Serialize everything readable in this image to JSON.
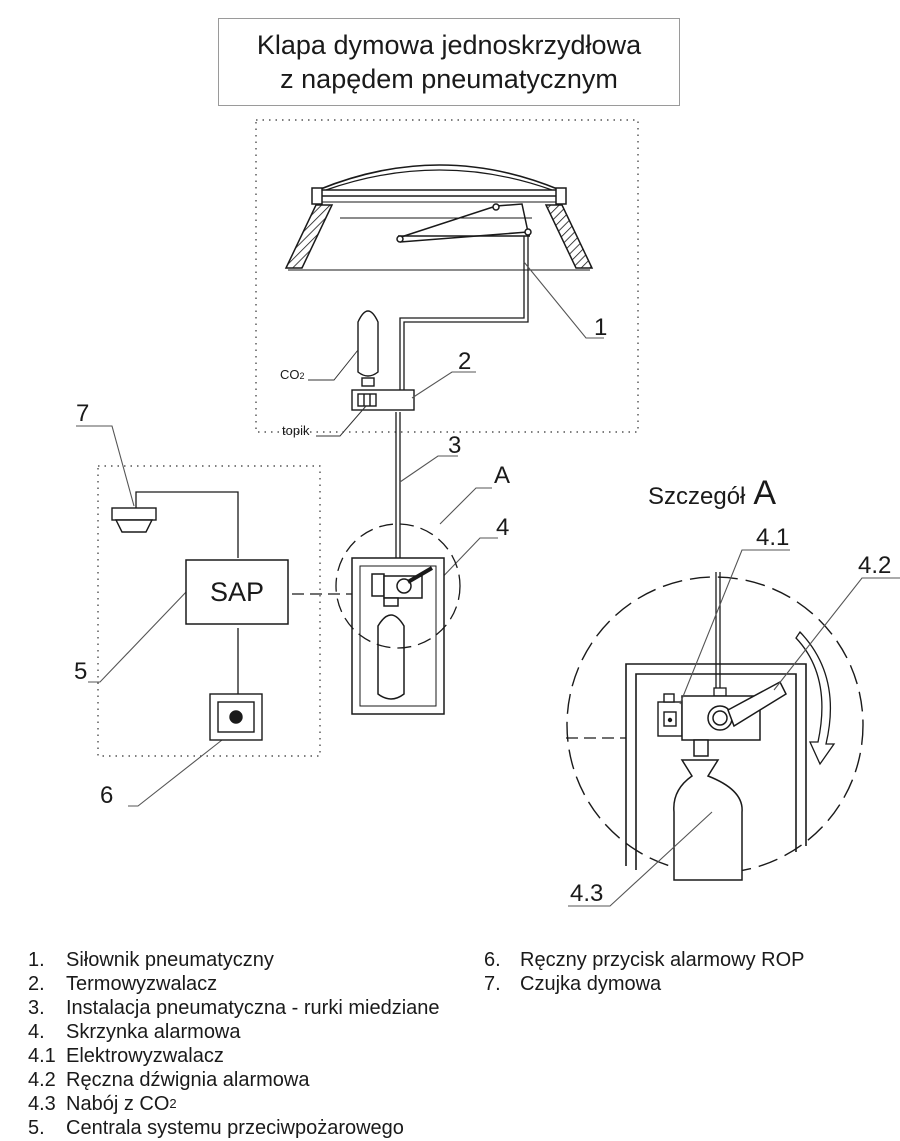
{
  "title": {
    "line1": "Klapa dymowa jednoskrzydłowa",
    "line2": "z napędem pneumatycznym"
  },
  "callouts": {
    "c1": "1",
    "c2": "2",
    "c3": "3",
    "cA": "A",
    "c4": "4",
    "c5": "5",
    "c6": "6",
    "c7": "7",
    "c41": "4.1",
    "c42": "4.2",
    "c43": "4.3"
  },
  "small_labels": {
    "co2_main": "CO",
    "co2_sub": "2",
    "topik": "topik"
  },
  "sap_label": "SAP",
  "detail": {
    "word": "Szczegół",
    "letter": "A"
  },
  "legend": {
    "left": [
      {
        "num": "1.",
        "text": "Siłownik pneumatyczny"
      },
      {
        "num": "2.",
        "text": "Termowyzwalacz"
      },
      {
        "num": "3.",
        "text": "Instalacja pneumatyczna - rurki miedziane"
      },
      {
        "num": "4.",
        "text": "Skrzynka alarmowa"
      },
      {
        "num": "4.1",
        "text": "Elektrowyzwalacz"
      },
      {
        "num": "4.2",
        "text": "Ręczna dźwignia alarmowa"
      },
      {
        "num": "4.3",
        "text": "Nabój z CO",
        "sub": "2"
      },
      {
        "num": "5.",
        "text": "Centrala systemu przeciwpożarowego"
      }
    ],
    "right": [
      {
        "num": "6.",
        "text": "Ręczny przycisk alarmowy ROP"
      },
      {
        "num": "7.",
        "text": "Czujka dymowa"
      }
    ]
  },
  "colors": {
    "line": "#1a1a1a",
    "hatch": "#555555",
    "frame": "#9a9a9a"
  }
}
